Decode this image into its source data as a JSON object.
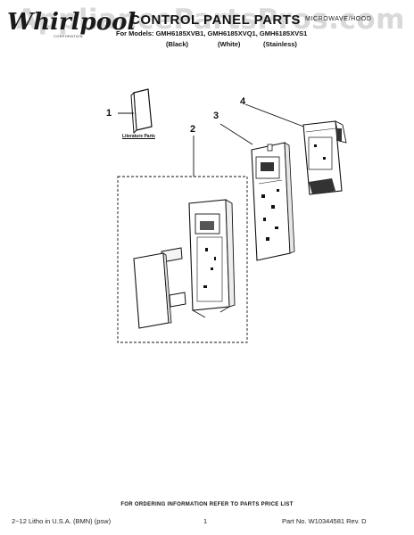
{
  "watermark": "AppliancePartsPros.com",
  "header": {
    "brand": "Whirlpool",
    "brand_sub": "CORPORATION",
    "title": "CONTROL PANEL PARTS",
    "category": "MICROWAVE/HOOD",
    "models_line": "For Models: GMH6185XVB1, GMH6185XVQ1, GMH6185XVS1",
    "variants": [
      "(Black)",
      "(White)",
      "(Stainless)"
    ]
  },
  "diagram": {
    "callouts": [
      "1",
      "2",
      "3",
      "4"
    ],
    "literature_label": "Literature Parts"
  },
  "footer": {
    "order_info": "FOR ORDERING INFORMATION REFER TO PARTS PRICE LIST",
    "litho": "2−12 Litho in U.S.A. (BMN) (psw)",
    "page": "1",
    "part_no": "Part No. W10344581 Rev. D"
  }
}
